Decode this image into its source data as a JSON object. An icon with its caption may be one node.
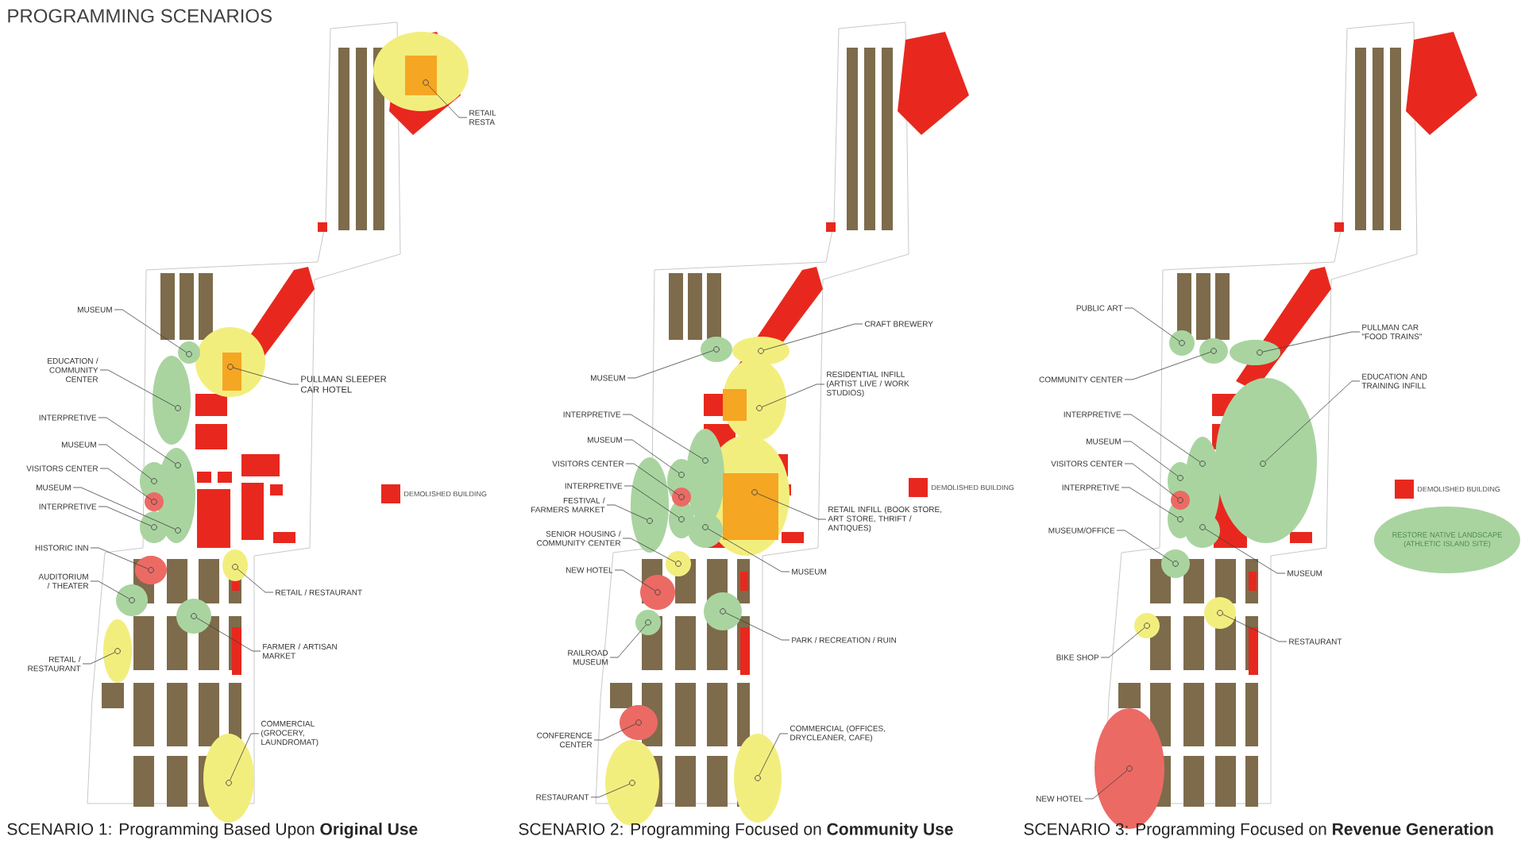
{
  "diagram": {
    "title": "PROGRAMMING SCENARIOS",
    "nodes": [
      {
        "text": [
          "MUSEUM"
        ]
      },
      {
        "text": [],
        "shape": "circle"
      },
      {
        "text": [
          "EDUCATION / COMMUNITY CENTER"
        ]
      },
      {
        "text": [],
        "shape": "circle"
      },
      {
        "text": [
          "INTERPRETIVE"
        ]
      },
      {
        "text": [],
        "shape": "circle"
      },
      {
        "text": [
          "MUSEUM"
        ]
      },
      {
        "text": [],
        "shape": "circle"
      },
      {
        "text": [
          "VISITORS CENTER"
        ]
      },
      {
        "text": [],
        "shape": "circle"
      },
      {
        "text": [
          "MUSEUM"
        ]
      },
      {
        "text": [],
        "shape": "circle"
      },
      {
        "text": [
          "INTERPRETIVE"
        ]
      },
      {
        "text": [],
        "shape": "circle"
      },
      {
        "text": [
          "HISTORIC INN"
        ]
      },
      {
        "text": [],
        "shape": "circle"
      },
      {
        "text": [
          "AUDITORIUM / THEATER"
        ]
      },
      {
        "text": [],
        "shape": "circle"
      },
      {
        "text": [
          "RETAIL / RESTAURANT"
        ]
      },
      {
        "text": [],
        "shape": "circle"
      },
      {
        "text": [
          "FARMER / ARTISAN MARKET"
        ]
      },
      {
        "text": [],
        "shape": "circle"
      },
      {
        "text": [
          "RETAIL / RESTAURANT"
        ]
      },
      {
        "text": [],
        "shape": "circle"
      },
      {
        "text": [
          "COMMERCIAL (GROCERY, LAUNDROMAT)"
        ]
      },
      {
        "text": [],
        "shape": "circle"
      },
      {
        "text": [
          "PULLMAN SLEEPER CAR HOTEL"
        ]
      },
      {
        "text": [],
        "shape": "circle"
      },
      {
        "text": [
          "RETAIL RESTA"
        ]
      },
      {
        "text": [],
        "shape": "circle"
      },
      {
        "text": [
          "CRAFT BREWERY"
        ]
      },
      {
        "text": [],
        "shape": "circle"
      },
      {
        "text": [
          "MUSEUM"
        ]
      },
      {
        "text": [],
        "shape": "circle"
      },
      {
        "text": [
          "RESIDENTIAL INFILL (ARTIST LIVE / WORK STUDIOS)"
        ]
      },
      {
        "text": [],
        "shape": "circle"
      },
      {
        "text": [
          "INTERPRETIVE"
        ]
      },
      {
        "text": [],
        "shape": "circle"
      },
      {
        "text": [
          "MUSEUM"
        ]
      },
      {
        "text": [],
        "shape": "circle"
      },
      {
        "text": [
          "VISITORS CENTER"
        ]
      },
      {
        "text": [],
        "shape": "circle"
      },
      {
        "text": [
          "INTERPRETIVE"
        ]
      },
      {
        "text": [],
        "shape": "circle"
      },
      {
        "text": [
          "FESTIVAL / FARMERS MARKET"
        ]
      },
      {
        "text": [],
        "shape": "circle"
      },
      {
        "text": [
          "SENIOR HOUSING / COMMUNITY CENTER"
        ]
      },
      {
        "text": [],
        "shape": "circle"
      },
      {
        "text": [
          "NEW HOTEL"
        ]
      },
      {
        "text": [],
        "shape": "circle"
      },
      {
        "text": [
          "MUSEUM"
        ]
      },
      {
        "text": [],
        "shape": "circle"
      },
      {
        "text": [
          "PARK / RECREATION / RUIN"
        ]
      },
      {
        "text": [],
        "shape": "circle"
      },
      {
        "text": [
          "RAILROAD MUSEUM"
        ]
      },
      {
        "text": [],
        "shape": "circle"
      },
      {
        "text": [
          "CONFERENCE CENTER"
        ]
      },
      {
        "text": [],
        "shape": "circle"
      },
      {
        "text": [
          "COMMERCIAL (OFFICES, DRYCLEANER, CAFE)"
        ]
      },
      {
        "text": [],
        "shape": "circle"
      },
      {
        "text": [
          "RESTAURANT"
        ]
      },
      {
        "text": [],
        "shape": "circle"
      },
      {
        "text": [
          "RETAIL INFILL (BOOK STORE, ART STORE, THRIFT / ANTIQUES)"
        ]
      },
      {
        "text": [],
        "shape": "circle"
      },
      {
        "text": [
          "PUBLIC ART"
        ]
      },
      {
        "text": [],
        "shape": "circle"
      },
      {
        "text": [
          "PULLMAN CAR \"FOOD TRAINS\""
        ]
      },
      {
        "text": [],
        "shape": "circle"
      },
      {
        "text": [
          "COMMUNITY CENTER"
        ]
      },
      {
        "text": [],
        "shape": "circle"
      },
      {
        "text": [
          "EDUCATION AND TRAINING INFILL"
        ]
      },
      {
        "text": [],
        "shape": "circle"
      },
      {
        "text": [
          "INTERPRETIVE"
        ]
      },
      {
        "text": [],
        "shape": "circle"
      },
      {
        "text": [
          "MUSEUM"
        ]
      },
      {
        "text": [],
        "shape": "circle"
      },
      {
        "text": [
          "VISITORS CENTER"
        ]
      },
      {
        "text": [],
        "shape": "circle"
      },
      {
        "text": [
          "INTERPRETIVE"
        ]
      },
      {
        "text": [],
        "shape": "circle"
      },
      {
        "text": [
          "MUSEUM/OFFICE"
        ]
      },
      {
        "text": [],
        "shape": "circle"
      },
      {
        "text": [
          "MUSEUM"
        ]
      },
      {
        "text": [],
        "shape": "circle"
      },
      {
        "text": [
          "RESTAURANT"
        ]
      },
      {
        "text": [],
        "shape": "circle"
      },
      {
        "text": [
          "BIKE SHOP"
        ]
      },
      {
        "text": [],
        "shape": "circle"
      },
      {
        "text": [
          "NEW HOTEL"
        ]
      },
      {
        "text": [],
        "shape": "circle"
      },
      {
        "text": [
          "RESTORE NATIVE LANDSCAPE (ATHLETIC ISLAND SITE)"
        ]
      }
    ],
    "edges": [
      {
        "from": 0,
        "to": 1,
        "arrow": "none"
      },
      {
        "from": 2,
        "to": 3,
        "arrow": "none"
      },
      {
        "from": 4,
        "to": 5,
        "arrow": "none"
      },
      {
        "from": 6,
        "to": 7,
        "arrow": "none"
      },
      {
        "from": 8,
        "to": 9,
        "arrow": "none"
      },
      {
        "from": 10,
        "to": 11,
        "arrow": "none"
      },
      {
        "from": 12,
        "to": 13,
        "arrow": "none"
      },
      {
        "from": 14,
        "to": 15,
        "arrow": "none"
      },
      {
        "from": 16,
        "to": 17,
        "arrow": "none"
      },
      {
        "from": 18,
        "to": 19,
        "arrow": "none"
      },
      {
        "from": 20,
        "to": 21,
        "arrow": "none"
      },
      {
        "from": 22,
        "to": 23,
        "arrow": "none"
      },
      {
        "from": 24,
        "to": 25,
        "arrow": "none"
      },
      {
        "from": 26,
        "to": 27,
        "arrow": "none"
      },
      {
        "from": 28,
        "to": 29,
        "arrow": "none"
      },
      {
        "from": 30,
        "to": 31,
        "arrow": "none"
      },
      {
        "from": 32,
        "to": 33,
        "arrow": "none"
      },
      {
        "from": 34,
        "to": 35,
        "arrow": "none"
      },
      {
        "from": 36,
        "to": 37,
        "arrow": "none"
      },
      {
        "from": 38,
        "to": 39,
        "arrow": "none"
      },
      {
        "from": 40,
        "to": 41,
        "arrow": "none"
      },
      {
        "from": 42,
        "to": 43,
        "arrow": "none"
      },
      {
        "from": 44,
        "to": 45,
        "arrow": "none"
      },
      {
        "from": 46,
        "to": 47,
        "arrow": "none"
      },
      {
        "from": 48,
        "to": 49,
        "arrow": "none"
      },
      {
        "from": 50,
        "to": 51,
        "arrow": "none"
      },
      {
        "from": 52,
        "to": 53,
        "arrow": "none"
      },
      {
        "from": 54,
        "to": 55,
        "arrow": "none"
      },
      {
        "from": 56,
        "to": 57,
        "arrow": "none"
      },
      {
        "from": 58,
        "to": 59,
        "arrow": "none"
      },
      {
        "from": 60,
        "to": 61,
        "arrow": "none"
      },
      {
        "from": 62,
        "to": 63,
        "arrow": "none"
      },
      {
        "from": 64,
        "to": 65,
        "arrow": "none"
      },
      {
        "from": 66,
        "to": 67,
        "arrow": "none"
      },
      {
        "from": 68,
        "to": 69,
        "arrow": "none"
      },
      {
        "from": 70,
        "to": 71,
        "arrow": "none"
      },
      {
        "from": 72,
        "to": 73,
        "arrow": "none"
      },
      {
        "from": 74,
        "to": 75,
        "arrow": "none"
      },
      {
        "from": 76,
        "to": 77,
        "arrow": "none"
      },
      {
        "from": 78,
        "to": 79,
        "arrow": "none"
      },
      {
        "from": 80,
        "to": 81,
        "arrow": "none"
      },
      {
        "from": 82,
        "to": 83,
        "arrow": "none"
      },
      {
        "from": 84,
        "to": 85,
        "arrow": "none"
      },
      {
        "from": 86,
        "to": 87,
        "arrow": "none"
      },
      {
        "from": 88,
        "to": 89,
        "arrow": "none"
      }
    ],
    "labels": [
      "SCENARIO 1:  Programming Based Upon **Original Use**",
      "SCENARIO 2:  Programming Focused on **Community Use**",
      "SCENARIO 3:  Programming Focused on **Revenue Generation**"
    ],
    "legend": [
      {
        "text": "DEMOLISHED BUILDING",
        "color": "#e8281e"
      },
      {
        "text": "DEMOLISHED BUILDING",
        "color": "#e8281e"
      },
      {
        "text": "DEMOLISHED BUILDING",
        "color": "#e8281e"
      }
    ]
  }
}
